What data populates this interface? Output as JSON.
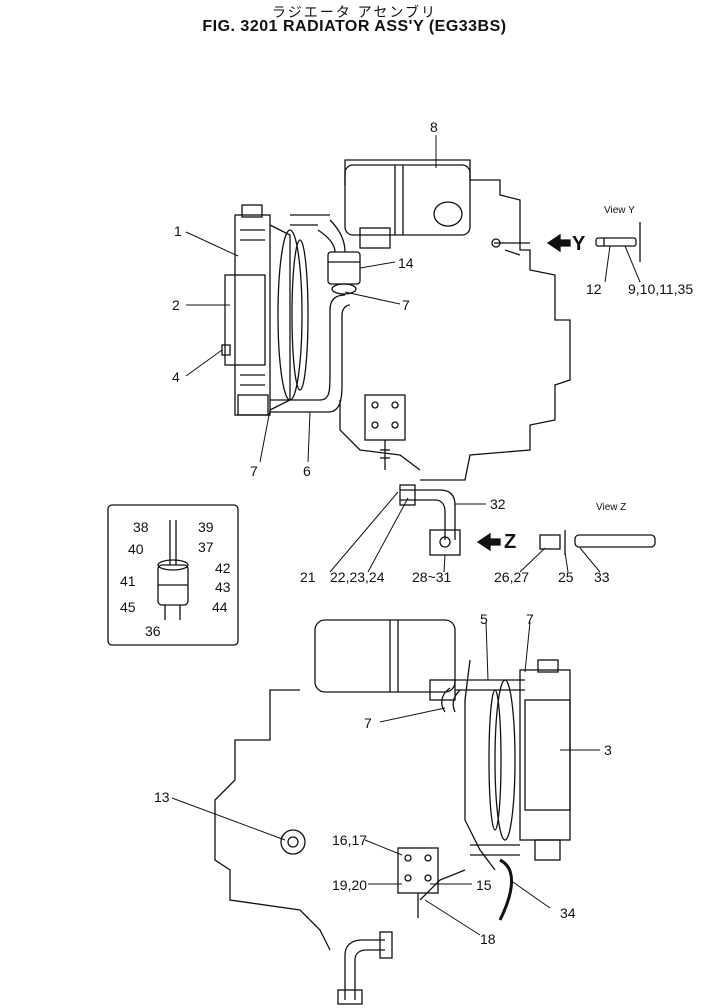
{
  "header": {
    "title_jp": "ラジエータ アセンブリ",
    "title": "FIG. 3201  RADIATOR ASS'Y (EG33BS)"
  },
  "views": {
    "y_label": "View Y",
    "z_label": "View Z",
    "y_arrow": "Y",
    "z_arrow": "Z"
  },
  "callouts": {
    "c1": "1",
    "c2": "2",
    "c3": "3",
    "c4": "4",
    "c5": "5",
    "c6": "6",
    "c7a": "7",
    "c7b": "7",
    "c7c": "7",
    "c7d": "7",
    "c8": "8",
    "c12": "12",
    "c9_35": "9,10,11,35",
    "c13": "13",
    "c14": "14",
    "c15": "15",
    "c16_17": "16,17",
    "c18": "18",
    "c19_20": "19,20",
    "c21": "21",
    "c22_24": "22,23,24",
    "c25": "25",
    "c26_27": "26,27",
    "c28_31": "28~31",
    "c32": "32",
    "c33": "33",
    "c34": "34",
    "c36": "36",
    "c37": "37",
    "c38": "38",
    "c39": "39",
    "c40": "40",
    "c41": "41",
    "c42": "42",
    "c43": "43",
    "c44": "44",
    "c45": "45"
  }
}
